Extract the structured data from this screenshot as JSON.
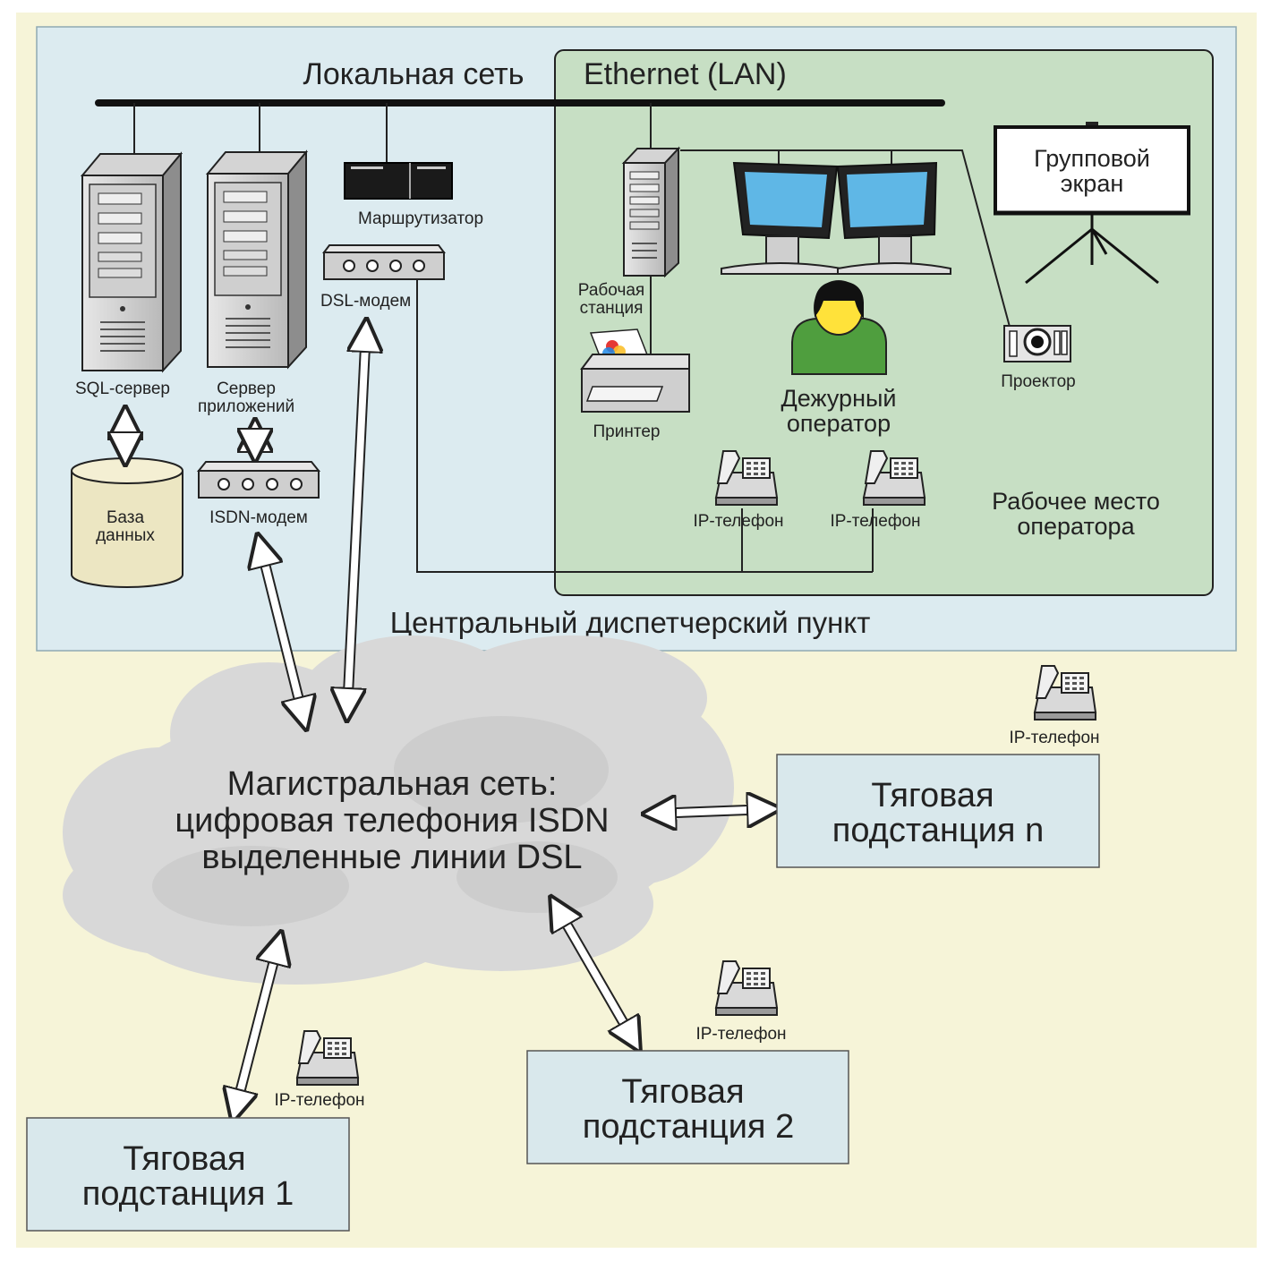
{
  "central": {
    "lan_title": "Локальная сеть",
    "ethernet_title": "Ethernet (LAN)",
    "caption": "Центральный диспетчерский пункт",
    "sql_server": "SQL-сервер",
    "app_server_1": "Сервер",
    "app_server_2": "приложений",
    "database_1": "База",
    "database_2": "данных",
    "isdn_modem": "ISDN-модем",
    "router": "Маршрутизатор",
    "dsl_modem": "DSL-модем"
  },
  "operator_area": {
    "workstation_1": "Рабочая",
    "workstation_2": "станция",
    "printer": "Принтер",
    "operator_1": "Дежурный",
    "operator_2": "оператор",
    "projector": "Проектор",
    "group_screen_1": "Групповой",
    "group_screen_2": "экран",
    "ip_phone_1": "IP-телефон",
    "ip_phone_2": "IP-телефон",
    "caption_1": "Рабочее место",
    "caption_2": "оператора"
  },
  "backbone": {
    "line_1": "Магистральная сеть:",
    "line_2": "цифровая телефония ISDN",
    "line_3": "выделенные линии DSL"
  },
  "substations": [
    {
      "line_1": "Тяговая",
      "line_2": "подстанция 1",
      "phone": "IP-телефон"
    },
    {
      "line_1": "Тяговая",
      "line_2": "подстанция 2",
      "phone": "IP-телефон"
    },
    {
      "line_1": "Тяговая",
      "line_2": "подстанция n",
      "phone": "IP-телефон"
    }
  ],
  "colors": {
    "background": "#f6f4d8",
    "central_fill": "#dcebf0",
    "operator_fill": "#c7dfc4",
    "substation_fill": "#d9e8ec",
    "cloud": "#d8d8d8",
    "screen": "#5fb7e6",
    "operator_body": "#4f9e3e",
    "database": "#ece6c2"
  },
  "icons": [
    "server-icon",
    "router-icon",
    "modem-icon",
    "database-icon",
    "workstation-icon",
    "monitor-icon",
    "printer-icon",
    "operator-icon",
    "projector-icon",
    "projection-screen-icon",
    "ip-phone-icon",
    "cloud-icon"
  ]
}
